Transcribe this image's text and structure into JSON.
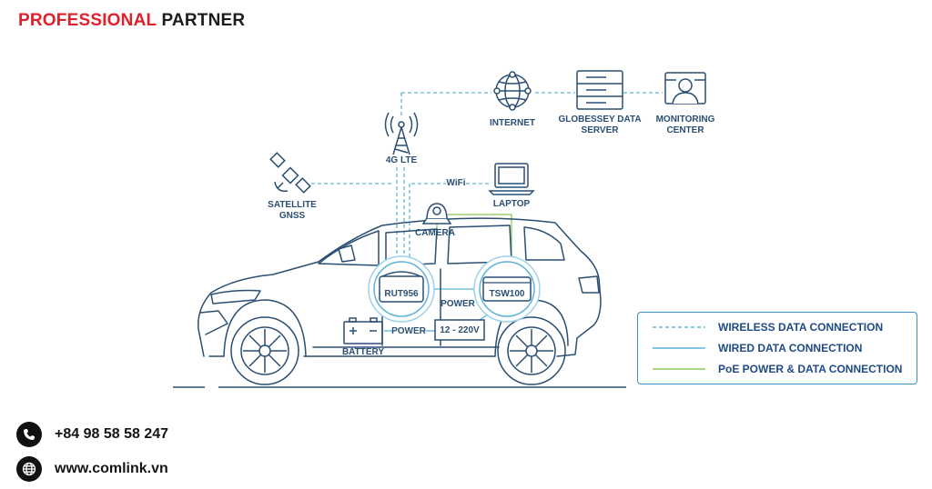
{
  "header": {
    "brand_part1": "PROFESSIONAL",
    "brand_part2": "PARTNER"
  },
  "nodes": {
    "internet": "INTERNET",
    "server_line1": "GLOBESSEY DATA",
    "server_line2": "SERVER",
    "monitoring_line1": "MONITORING",
    "monitoring_line2": "CENTER",
    "lte": "4G LTE",
    "satellite_line1": "SATELLITE",
    "satellite_line2": "GNSS",
    "wifi": "WiFi",
    "laptop": "LAPTOP",
    "camera": "CAMERA",
    "router": "RUT956",
    "switch": "TSW100",
    "power_top": "POWER",
    "power_left": "POWER",
    "voltage": "12 - 220V",
    "battery": "BATTERY"
  },
  "legend": {
    "wireless": "WIRELESS DATA CONNECTION",
    "wired": "WIRED DATA CONNECTION",
    "poe": "PoE POWER & DATA CONNECTION"
  },
  "contact": {
    "phone": "+84 98 58 58 247",
    "website": "www.comlink.vn"
  },
  "colors": {
    "brand_red": "#e0202a",
    "line_dashed": "#5fb3d9",
    "line_wired": "#5fb3d9",
    "line_poe": "#8cc85a",
    "outline": "#2a4f73"
  }
}
